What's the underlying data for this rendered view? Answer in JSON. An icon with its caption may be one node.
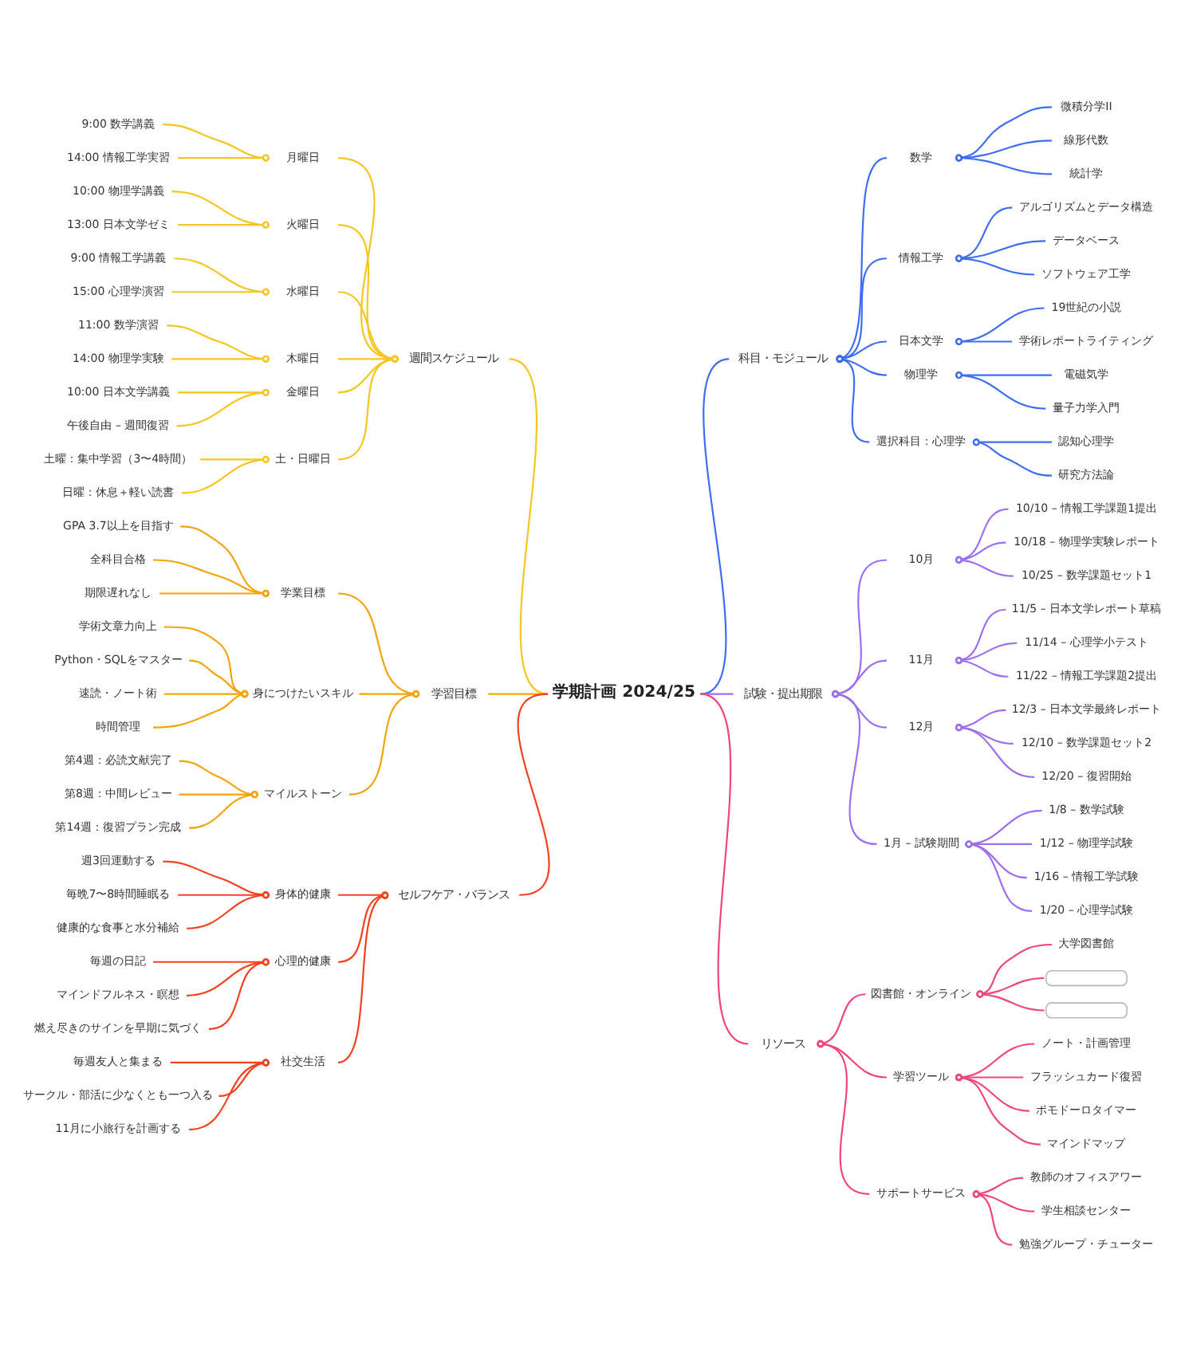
{
  "diagram": {
    "nodes": [
      {
        "text": [
          "学期計画 2024/25"
        ]
      },
      {
        "text": [
          "科目・モジュール"
        ]
      },
      {
        "text": [
          "数学"
        ]
      },
      {
        "text": [
          "微積分学II"
        ]
      },
      {
        "text": [
          "線形代数"
        ]
      },
      {
        "text": [
          "統計学"
        ]
      },
      {
        "text": [
          "情報工学"
        ]
      },
      {
        "text": [
          "アルゴリズムとデータ構造"
        ]
      },
      {
        "text": [
          "データベース"
        ]
      },
      {
        "text": [
          "ソフトウェア工学"
        ]
      },
      {
        "text": [
          "日本文学"
        ]
      },
      {
        "text": [
          "19世紀の小説"
        ]
      },
      {
        "text": [
          "学術レポートライティング"
        ]
      },
      {
        "text": [
          "物理学"
        ]
      },
      {
        "text": [
          "電磁気学"
        ]
      },
      {
        "text": [
          "量子力学入門"
        ]
      },
      {
        "text": [
          "選択科目：心理学"
        ]
      },
      {
        "text": [
          "認知心理学"
        ]
      },
      {
        "text": [
          "研究方法論"
        ]
      },
      {
        "text": [
          "試験・提出期限"
        ]
      },
      {
        "text": [
          "10月"
        ]
      },
      {
        "text": [
          "10/10 – 情報工学課題1提出"
        ]
      },
      {
        "text": [
          "10/18 – 物理学実験レポート"
        ]
      },
      {
        "text": [
          "10/25 – 数学課題セット1"
        ]
      },
      {
        "text": [
          "11月"
        ]
      },
      {
        "text": [
          "11/5 – 日本文学レポート草稿"
        ]
      },
      {
        "text": [
          "11/14 – 心理学小テスト"
        ]
      },
      {
        "text": [
          "11/22 – 情報工学課題2提出"
        ]
      },
      {
        "text": [
          "12月"
        ]
      },
      {
        "text": [
          "12/3 – 日本文学最終レポート"
        ]
      },
      {
        "text": [
          "12/10 – 数学課題セット2"
        ]
      },
      {
        "text": [
          "12/20 – 復習開始"
        ]
      },
      {
        "text": [
          "1月 – 試験期間"
        ]
      },
      {
        "text": [
          "1/8 – 数学試験"
        ]
      },
      {
        "text": [
          "1/12 – 物理学試験"
        ]
      },
      {
        "text": [
          "1/16 – 情報工学試験"
        ]
      },
      {
        "text": [
          "1/20 – 心理学試験"
        ]
      },
      {
        "text": [
          "リソース"
        ]
      },
      {
        "text": [
          "図書館・オンライン"
        ]
      },
      {
        "text": [
          "大学図書館"
        ]
      },
      {
        "text": [],
        "shape": "box"
      },
      {
        "text": [],
        "shape": "box"
      },
      {
        "text": [
          "学習ツール"
        ]
      },
      {
        "text": [
          "ノート・計画管理"
        ]
      },
      {
        "text": [
          "フラッシュカード復習"
        ]
      },
      {
        "text": [
          "ポモドーロタイマー"
        ]
      },
      {
        "text": [
          "マインドマップ"
        ]
      },
      {
        "text": [
          "サポートサービス"
        ]
      },
      {
        "text": [
          "教師のオフィスアワー"
        ]
      },
      {
        "text": [
          "学生相談センター"
        ]
      },
      {
        "text": [
          "勉強グループ・チューター"
        ]
      },
      {
        "text": [
          "週間スケジュール"
        ]
      },
      {
        "text": [
          "月曜日"
        ]
      },
      {
        "text": [
          "9:00 数学講義"
        ]
      },
      {
        "text": [
          "14:00 情報工学実習"
        ]
      },
      {
        "text": [
          "火曜日"
        ]
      },
      {
        "text": [
          "10:00 物理学講義"
        ]
      },
      {
        "text": [
          "13:00 日本文学ゼミ"
        ]
      },
      {
        "text": [
          "水曜日"
        ]
      },
      {
        "text": [
          "9:00 情報工学講義"
        ]
      },
      {
        "text": [
          "15:00 心理学演習"
        ]
      },
      {
        "text": [
          "木曜日"
        ]
      },
      {
        "text": [
          "11:00 数学演習"
        ]
      },
      {
        "text": [
          "14:00 物理学実験"
        ]
      },
      {
        "text": [
          "金曜日"
        ]
      },
      {
        "text": [
          "10:00 日本文学講義"
        ]
      },
      {
        "text": [
          "午後自由 – 週間復習"
        ]
      },
      {
        "text": [
          "土・日曜日"
        ]
      },
      {
        "text": [
          "土曜：集中学習（3〜4時間）"
        ]
      },
      {
        "text": [
          "日曜：休息＋軽い読書"
        ]
      },
      {
        "text": [
          "学習目標"
        ]
      },
      {
        "text": [
          "学業目標"
        ]
      },
      {
        "text": [
          "GPA 3.7以上を目指す"
        ]
      },
      {
        "text": [
          "全科目合格"
        ]
      },
      {
        "text": [
          "期限遅れなし"
        ]
      },
      {
        "text": [
          "身につけたいスキル"
        ]
      },
      {
        "text": [
          "学術文章力向上"
        ]
      },
      {
        "text": [
          "Python・SQLをマスター"
        ]
      },
      {
        "text": [
          "速読・ノート術"
        ]
      },
      {
        "text": [
          "時間管理"
        ]
      },
      {
        "text": [
          "マイルストーン"
        ]
      },
      {
        "text": [
          "第4週：必読文献完了"
        ]
      },
      {
        "text": [
          "第8週：中間レビュー"
        ]
      },
      {
        "text": [
          "第14週：復習プラン完成"
        ]
      },
      {
        "text": [
          "セルフケア・バランス"
        ]
      },
      {
        "text": [
          "身体的健康"
        ]
      },
      {
        "text": [
          "週3回運動する"
        ]
      },
      {
        "text": [
          "毎晩7〜8時間睡眠る"
        ]
      },
      {
        "text": [
          "健康的な食事と水分補給"
        ]
      },
      {
        "text": [
          "心理的健康"
        ]
      },
      {
        "text": [
          "毎週の日記"
        ]
      },
      {
        "text": [
          "マインドフルネス・瞑想"
        ]
      },
      {
        "text": [
          "燃え尽きのサインを早期に気づく"
        ]
      },
      {
        "text": [
          "社交生活"
        ]
      },
      {
        "text": [
          "毎週友人と集まる"
        ]
      },
      {
        "text": [
          "サークル・部活に少なくとも一つ入る"
        ]
      },
      {
        "text": [
          "11月に小旅行を計画する"
        ]
      }
    ],
    "edges": [
      {
        "from": 0,
        "to": 1,
        "arrow": "none",
        "color": "#3d6cf5"
      },
      {
        "from": 1,
        "to": 2,
        "arrow": "other",
        "color": "#3d6cf5"
      },
      {
        "from": 2,
        "to": 3,
        "arrow": "other",
        "color": "#3d6cf5"
      },
      {
        "from": 2,
        "to": 4,
        "arrow": "other",
        "color": "#3d6cf5"
      },
      {
        "from": 2,
        "to": 5,
        "arrow": "other",
        "color": "#3d6cf5"
      },
      {
        "from": 1,
        "to": 6,
        "arrow": "other",
        "color": "#3d6cf5"
      },
      {
        "from": 6,
        "to": 7,
        "arrow": "other",
        "color": "#3d6cf5"
      },
      {
        "from": 6,
        "to": 8,
        "arrow": "other",
        "color": "#3d6cf5"
      },
      {
        "from": 6,
        "to": 9,
        "arrow": "other",
        "color": "#3d6cf5"
      },
      {
        "from": 1,
        "to": 10,
        "arrow": "other",
        "color": "#3d6cf5"
      },
      {
        "from": 10,
        "to": 11,
        "arrow": "other",
        "color": "#3d6cf5"
      },
      {
        "from": 10,
        "to": 12,
        "arrow": "other",
        "color": "#3d6cf5"
      },
      {
        "from": 1,
        "to": 13,
        "arrow": "other",
        "color": "#3d6cf5"
      },
      {
        "from": 13,
        "to": 14,
        "arrow": "other",
        "color": "#3d6cf5"
      },
      {
        "from": 13,
        "to": 15,
        "arrow": "other",
        "color": "#3d6cf5"
      },
      {
        "from": 1,
        "to": 16,
        "arrow": "other",
        "color": "#3d6cf5"
      },
      {
        "from": 16,
        "to": 17,
        "arrow": "other",
        "color": "#3d6cf5"
      },
      {
        "from": 16,
        "to": 18,
        "arrow": "other",
        "color": "#3d6cf5"
      },
      {
        "from": 0,
        "to": 19,
        "arrow": "none",
        "color": "#9d6ef0"
      },
      {
        "from": 19,
        "to": 20,
        "arrow": "other",
        "color": "#9d6ef0"
      },
      {
        "from": 20,
        "to": 21,
        "arrow": "other",
        "color": "#9d6ef0"
      },
      {
        "from": 20,
        "to": 22,
        "arrow": "other",
        "color": "#9d6ef0"
      },
      {
        "from": 20,
        "to": 23,
        "arrow": "other",
        "color": "#9d6ef0"
      },
      {
        "from": 19,
        "to": 24,
        "arrow": "other",
        "color": "#9d6ef0"
      },
      {
        "from": 24,
        "to": 25,
        "arrow": "other",
        "color": "#9d6ef0"
      },
      {
        "from": 24,
        "to": 26,
        "arrow": "other",
        "color": "#9d6ef0"
      },
      {
        "from": 24,
        "to": 27,
        "arrow": "other",
        "color": "#9d6ef0"
      },
      {
        "from": 19,
        "to": 28,
        "arrow": "other",
        "color": "#9d6ef0"
      },
      {
        "from": 28,
        "to": 29,
        "arrow": "other",
        "color": "#9d6ef0"
      },
      {
        "from": 28,
        "to": 30,
        "arrow": "other",
        "color": "#9d6ef0"
      },
      {
        "from": 28,
        "to": 31,
        "arrow": "other",
        "color": "#9d6ef0"
      },
      {
        "from": 19,
        "to": 32,
        "arrow": "other",
        "color": "#9d6ef0"
      },
      {
        "from": 32,
        "to": 33,
        "arrow": "other",
        "color": "#9d6ef0"
      },
      {
        "from": 32,
        "to": 34,
        "arrow": "other",
        "color": "#9d6ef0"
      },
      {
        "from": 32,
        "to": 35,
        "arrow": "other",
        "color": "#9d6ef0"
      },
      {
        "from": 32,
        "to": 36,
        "arrow": "other",
        "color": "#9d6ef0"
      },
      {
        "from": 0,
        "to": 37,
        "arrow": "none",
        "color": "#f0457b"
      },
      {
        "from": 37,
        "to": 38,
        "arrow": "other",
        "color": "#f0457b"
      },
      {
        "from": 38,
        "to": 39,
        "arrow": "other",
        "color": "#f0457b"
      },
      {
        "from": 38,
        "to": 40,
        "arrow": "other",
        "color": "#f0457b"
      },
      {
        "from": 38,
        "to": 41,
        "arrow": "other",
        "color": "#f0457b"
      },
      {
        "from": 37,
        "to": 42,
        "arrow": "other",
        "color": "#f0457b"
      },
      {
        "from": 42,
        "to": 43,
        "arrow": "other",
        "color": "#f0457b"
      },
      {
        "from": 42,
        "to": 44,
        "arrow": "other",
        "color": "#f0457b"
      },
      {
        "from": 42,
        "to": 45,
        "arrow": "other",
        "color": "#f0457b"
      },
      {
        "from": 42,
        "to": 46,
        "arrow": "other",
        "color": "#f0457b"
      },
      {
        "from": 37,
        "to": 47,
        "arrow": "other",
        "color": "#f0457b"
      },
      {
        "from": 47,
        "to": 48,
        "arrow": "other",
        "color": "#f0457b"
      },
      {
        "from": 47,
        "to": 49,
        "arrow": "other",
        "color": "#f0457b"
      },
      {
        "from": 47,
        "to": 50,
        "arrow": "other",
        "color": "#f0457b"
      },
      {
        "from": 0,
        "to": 51,
        "arrow": "none",
        "color": "#f7c51e"
      },
      {
        "from": 51,
        "to": 52,
        "arrow": "other",
        "color": "#f7c51e"
      },
      {
        "from": 52,
        "to": 53,
        "arrow": "other",
        "color": "#f7c51e"
      },
      {
        "from": 52,
        "to": 54,
        "arrow": "other",
        "color": "#f7c51e"
      },
      {
        "from": 51,
        "to": 55,
        "arrow": "other",
        "color": "#f7c51e"
      },
      {
        "from": 55,
        "to": 56,
        "arrow": "other",
        "color": "#f7c51e"
      },
      {
        "from": 55,
        "to": 57,
        "arrow": "other",
        "color": "#f7c51e"
      },
      {
        "from": 51,
        "to": 58,
        "arrow": "other",
        "color": "#f7c51e"
      },
      {
        "from": 58,
        "to": 59,
        "arrow": "other",
        "color": "#f7c51e"
      },
      {
        "from": 58,
        "to": 60,
        "arrow": "other",
        "color": "#f7c51e"
      },
      {
        "from": 51,
        "to": 61,
        "arrow": "other",
        "color": "#f7c51e"
      },
      {
        "from": 61,
        "to": 62,
        "arrow": "other",
        "color": "#f7c51e"
      },
      {
        "from": 61,
        "to": 63,
        "arrow": "other",
        "color": "#f7c51e"
      },
      {
        "from": 51,
        "to": 64,
        "arrow": "other",
        "color": "#f7c51e"
      },
      {
        "from": 64,
        "to": 65,
        "arrow": "other",
        "color": "#f7c51e"
      },
      {
        "from": 64,
        "to": 66,
        "arrow": "other",
        "color": "#f7c51e"
      },
      {
        "from": 51,
        "to": 67,
        "arrow": "other",
        "color": "#f7c51e"
      },
      {
        "from": 67,
        "to": 68,
        "arrow": "other",
        "color": "#f7c51e"
      },
      {
        "from": 67,
        "to": 69,
        "arrow": "other",
        "color": "#f7c51e"
      },
      {
        "from": 0,
        "to": 70,
        "arrow": "none",
        "color": "#f5a30a"
      },
      {
        "from": 70,
        "to": 71,
        "arrow": "other",
        "color": "#f5a30a"
      },
      {
        "from": 71,
        "to": 72,
        "arrow": "other",
        "color": "#f5a30a"
      },
      {
        "from": 71,
        "to": 73,
        "arrow": "other",
        "color": "#f5a30a"
      },
      {
        "from": 71,
        "to": 74,
        "arrow": "other",
        "color": "#f5a30a"
      },
      {
        "from": 70,
        "to": 75,
        "arrow": "other",
        "color": "#f5a30a"
      },
      {
        "from": 75,
        "to": 76,
        "arrow": "other",
        "color": "#f5a30a"
      },
      {
        "from": 75,
        "to": 77,
        "arrow": "other",
        "color": "#f5a30a"
      },
      {
        "from": 75,
        "to": 78,
        "arrow": "other",
        "color": "#f5a30a"
      },
      {
        "from": 75,
        "to": 79,
        "arrow": "other",
        "color": "#f5a30a"
      },
      {
        "from": 70,
        "to": 80,
        "arrow": "other",
        "color": "#f5a30a"
      },
      {
        "from": 80,
        "to": 81,
        "arrow": "other",
        "color": "#f5a30a"
      },
      {
        "from": 80,
        "to": 82,
        "arrow": "other",
        "color": "#f5a30a"
      },
      {
        "from": 80,
        "to": 83,
        "arrow": "other",
        "color": "#f5a30a"
      },
      {
        "from": 0,
        "to": 84,
        "arrow": "none",
        "color": "#f5401e"
      },
      {
        "from": 84,
        "to": 85,
        "arrow": "other",
        "color": "#f5401e"
      },
      {
        "from": 85,
        "to": 86,
        "arrow": "other",
        "color": "#f5401e"
      },
      {
        "from": 85,
        "to": 87,
        "arrow": "other",
        "color": "#f5401e"
      },
      {
        "from": 85,
        "to": 88,
        "arrow": "other",
        "color": "#f5401e"
      },
      {
        "from": 84,
        "to": 89,
        "arrow": "other",
        "color": "#f5401e"
      },
      {
        "from": 89,
        "to": 90,
        "arrow": "other",
        "color": "#f5401e"
      },
      {
        "from": 89,
        "to": 91,
        "arrow": "other",
        "color": "#f5401e"
      },
      {
        "from": 89,
        "to": 92,
        "arrow": "other",
        "color": "#f5401e"
      },
      {
        "from": 84,
        "to": 93,
        "arrow": "other",
        "color": "#f5401e"
      },
      {
        "from": 93,
        "to": 94,
        "arrow": "other",
        "color": "#f5401e"
      },
      {
        "from": 93,
        "to": 95,
        "arrow": "other",
        "color": "#f5401e"
      },
      {
        "from": 93,
        "to": 96,
        "arrow": "other",
        "color": "#f5401e"
      }
    ]
  }
}
